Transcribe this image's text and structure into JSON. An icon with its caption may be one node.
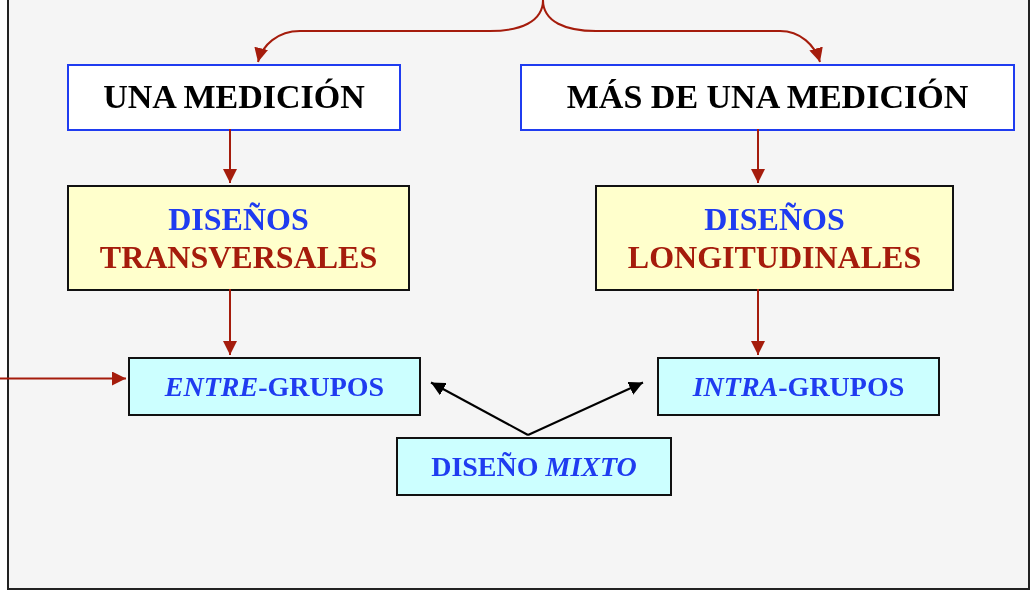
{
  "diagram": {
    "nodes": [
      {
        "text": [],
        "shape": "box"
      },
      {
        "text": [
          "UNA MEDICIÓN"
        ],
        "in": 0
      },
      {
        "text": [
          "MÁS DE UNA MEDICIÓN"
        ],
        "in": 0
      },
      {
        "text": [
          "DISEÑOS",
          "TRANSVERSALES"
        ],
        "in": 0
      },
      {
        "text": [
          "DISEÑOS",
          "LONGITUDINALES"
        ],
        "in": 0
      },
      {
        "text": [
          "*ENTRE*-GRUPOS"
        ],
        "in": 0
      },
      {
        "text": [
          "*INTRA*-GRUPOS"
        ],
        "in": 0
      },
      {
        "text": [
          "DISEÑO *MIXTO*"
        ],
        "in": 0
      }
    ],
    "edges": [
      {
        "from": null,
        "to": 1,
        "arrow": "to"
      },
      {
        "from": null,
        "to": 2,
        "arrow": "to"
      },
      {
        "from": 1,
        "to": 3,
        "arrow": "to"
      },
      {
        "from": 2,
        "to": 4,
        "arrow": "to"
      },
      {
        "from": 3,
        "to": 5,
        "arrow": "to"
      },
      {
        "from": 4,
        "to": 6,
        "arrow": "to"
      },
      {
        "from": null,
        "to": 5,
        "arrow": "to"
      },
      {
        "from": 7,
        "to": 5,
        "arrow": "to",
        "color": "#000000"
      },
      {
        "from": 7,
        "to": 6,
        "arrow": "to",
        "color": "#000000"
      }
    ]
  }
}
